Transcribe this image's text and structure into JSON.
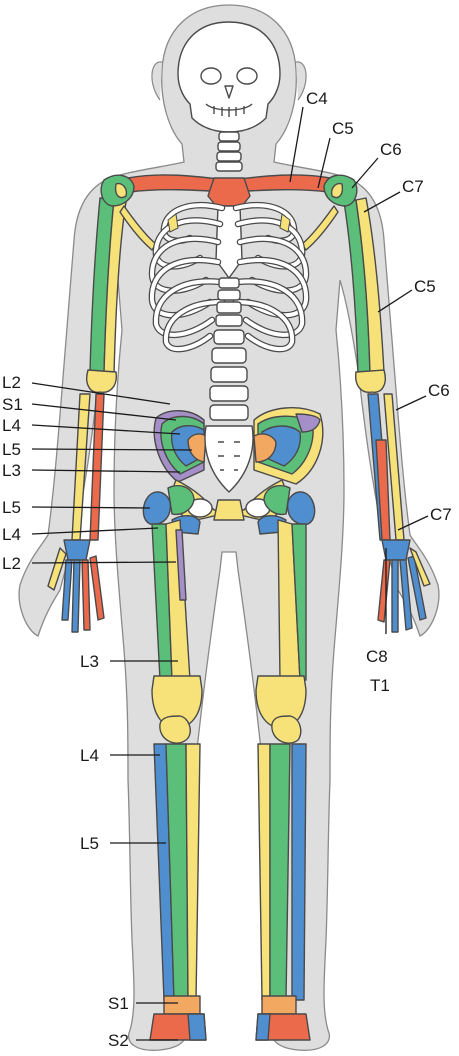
{
  "colors": {
    "background": "#ffffff",
    "body_silhouette": "#dedede",
    "body_outline": "#8a8a8a",
    "bone_white": "#ffffff",
    "bone_outline": "#4a4a4a",
    "C4": "#ec6a4c",
    "C5": "#f7e27a",
    "C6": "#5bbf7a",
    "C7": "#f7e27a",
    "C8": "#ec6a4c",
    "T1": "#4f8fd0",
    "L2": "#a58fc8",
    "L3": "#f7e27a",
    "L4": "#5bbf7a",
    "L5": "#4f8fd0",
    "S1": "#f2a860",
    "S2": "#ec6a4c"
  },
  "labels": {
    "c4": "C4",
    "c5_upper": "C5",
    "c6_upper": "C6",
    "c7_upper": "C7",
    "c5_forearm": "C5",
    "c6_forearm": "C6",
    "c7_wrist": "C7",
    "c8": "C8",
    "t1": "T1",
    "l2_pelvis": "L2",
    "s1_pelvis": "S1",
    "l4_pelvis": "L4",
    "l5_pelvis": "L5",
    "l3_pelvis": "L3",
    "l5_hip": "L5",
    "l4_hip": "L4",
    "l2_thigh": "L2",
    "l3_thigh": "L3",
    "l4_knee": "L4",
    "l5_leg": "L5",
    "s1_ankle": "S1",
    "s2_foot": "S2"
  }
}
